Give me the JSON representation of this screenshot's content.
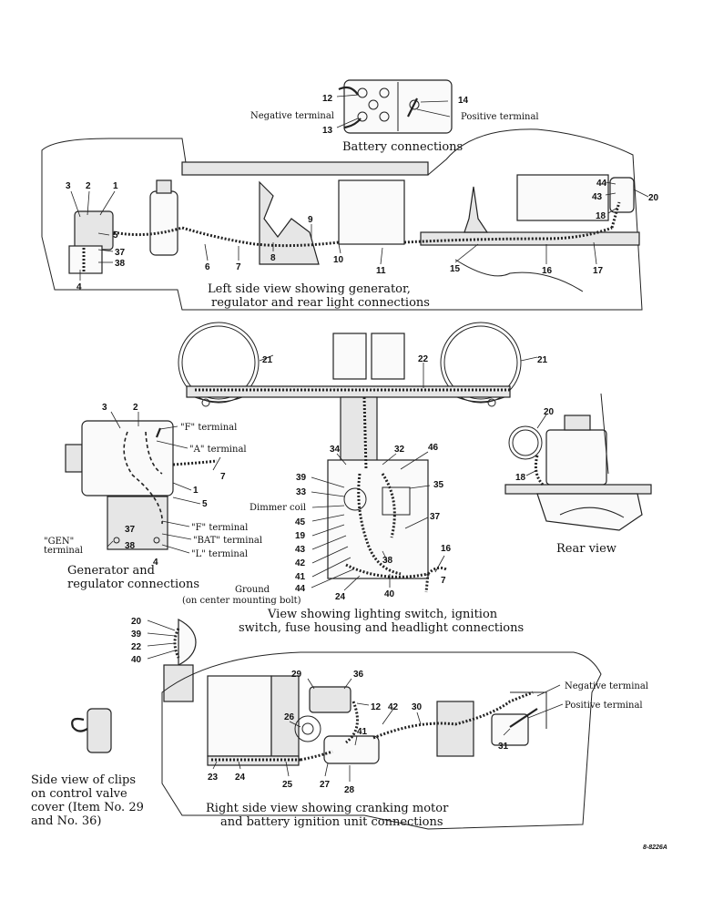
{
  "battery": {
    "caption": "Battery connections",
    "negative": "Negative terminal",
    "positive": "Positive terminal",
    "n12": "12",
    "n13": "13",
    "n14": "14"
  },
  "left_view": {
    "caption_1": "Left side view showing generator,",
    "caption_2": "regulator and rear light connections",
    "nums": [
      "1",
      "2",
      "3",
      "4",
      "5",
      "6",
      "7",
      "8",
      "9",
      "10",
      "11",
      "15",
      "16",
      "17",
      "18",
      "20",
      "37",
      "38",
      "43",
      "44"
    ]
  },
  "dash_view": {
    "nums": [
      "21",
      "21",
      "22",
      "32",
      "34",
      "46",
      "35",
      "39",
      "33",
      "45",
      "19",
      "43",
      "42",
      "41",
      "44",
      "38",
      "37",
      "24",
      "40",
      "16",
      "7"
    ],
    "dimmer": "Dimmer coil",
    "ground_1": "Ground",
    "ground_2": "(on center mounting bolt)",
    "caption_1": "View showing lighting switch, ignition",
    "caption_2": "switch, fuse housing and headlight connections"
  },
  "gen_view": {
    "f_top": "\"F\" terminal",
    "a_term": "\"A\" terminal",
    "f_reg": "\"F\" terminal",
    "bat": "\"BAT\" terminal",
    "l_term": "\"L\" terminal",
    "gen_1": "\"GEN\"",
    "gen_2": "terminal",
    "caption_1": "Generator and",
    "caption_2": "regulator connections",
    "nums": [
      "3",
      "2",
      "7",
      "1",
      "5",
      "37",
      "38",
      "4"
    ]
  },
  "rear_view": {
    "caption": "Rear view",
    "nums": [
      "20",
      "18"
    ]
  },
  "headlight_view": {
    "nums": [
      "20",
      "39",
      "22",
      "40"
    ]
  },
  "clip_view": {
    "caption_1": "Side view of clips",
    "caption_2": "on control valve",
    "caption_3": "cover (Item No. 29",
    "caption_4": "and No. 36)"
  },
  "right_view": {
    "negative": "Negative terminal",
    "positive": "Positive terminal",
    "caption_1": "Right side view showing cranking motor",
    "caption_2": "and battery ignition unit connections",
    "nums": [
      "29",
      "36",
      "12",
      "42",
      "30",
      "26",
      "41",
      "31",
      "23",
      "24",
      "25",
      "27",
      "28"
    ]
  },
  "figure_code": "8-8226A"
}
